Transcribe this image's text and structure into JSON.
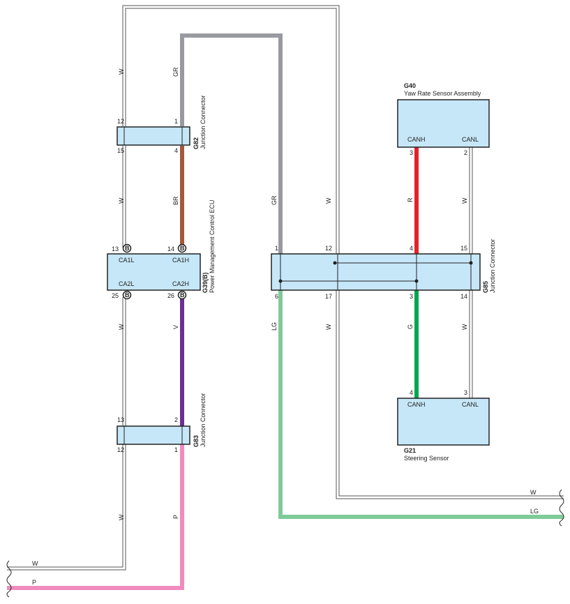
{
  "wire_labels": {
    "w_top_left": "W",
    "gr_top": "GR",
    "w_mid_left": "W",
    "br": "BR",
    "gr_mid": "GR",
    "w_mid_center": "W",
    "r": "R",
    "w_mid_right": "W",
    "w_low_left": "W",
    "v": "V",
    "lg_low": "LG",
    "w_low_center": "W",
    "g": "G",
    "w_low_right": "W",
    "w_bottom_left": "W",
    "p": "P",
    "bus_w_right": "W",
    "bus_lg_right": "LG",
    "bus_w_left": "W",
    "bus_p_left": "P"
  },
  "g82": {
    "code": "G82",
    "name": "Junction Connector",
    "pins": {
      "top_left": "12",
      "top_right": "1",
      "bottom_left": "15",
      "bottom_right": "4"
    }
  },
  "g39": {
    "code": "G39(B)",
    "name": "Power Management Control ECU",
    "pin_ca1l": "13",
    "pin_ca1h": "14",
    "pin_ca2l": "25",
    "pin_ca2h": "26",
    "badge": "B",
    "label_ca1l": "CA1L",
    "label_ca1h": "CA1H",
    "label_ca2l": "CA2L",
    "label_ca2h": "CA2H"
  },
  "g83": {
    "code": "G83",
    "name": "Junction Connector",
    "pins": {
      "top_left": "13",
      "top_right": "2",
      "bottom_left": "12",
      "bottom_right": "1"
    }
  },
  "g85": {
    "code": "G85",
    "name": "Junction Connector",
    "pins": {
      "top_1": "1",
      "top_12": "12",
      "top_4": "4",
      "top_15": "15",
      "bottom_6": "6",
      "bottom_17": "17",
      "bottom_3": "3",
      "bottom_14": "14"
    }
  },
  "g40": {
    "code": "G40",
    "name": "Yaw Rate Sensor Assembly",
    "label_canh": "CANH",
    "label_canl": "CANL",
    "pin_canh": "3",
    "pin_canl": "2"
  },
  "g21": {
    "code": "G21",
    "name": "Steering Sensor",
    "label_canh": "CANH",
    "label_canl": "CANL",
    "pin_canh": "4",
    "pin_canl": "3"
  },
  "colors": {
    "W": "#ffffff",
    "GR": "#999aa0",
    "BR": "#a35a38",
    "R": "#e2232a",
    "V": "#6a3090",
    "LG": "#7ecb98",
    "G": "#00a550",
    "P": "#ef8bbd",
    "box_fill": "#c6e7f8"
  }
}
